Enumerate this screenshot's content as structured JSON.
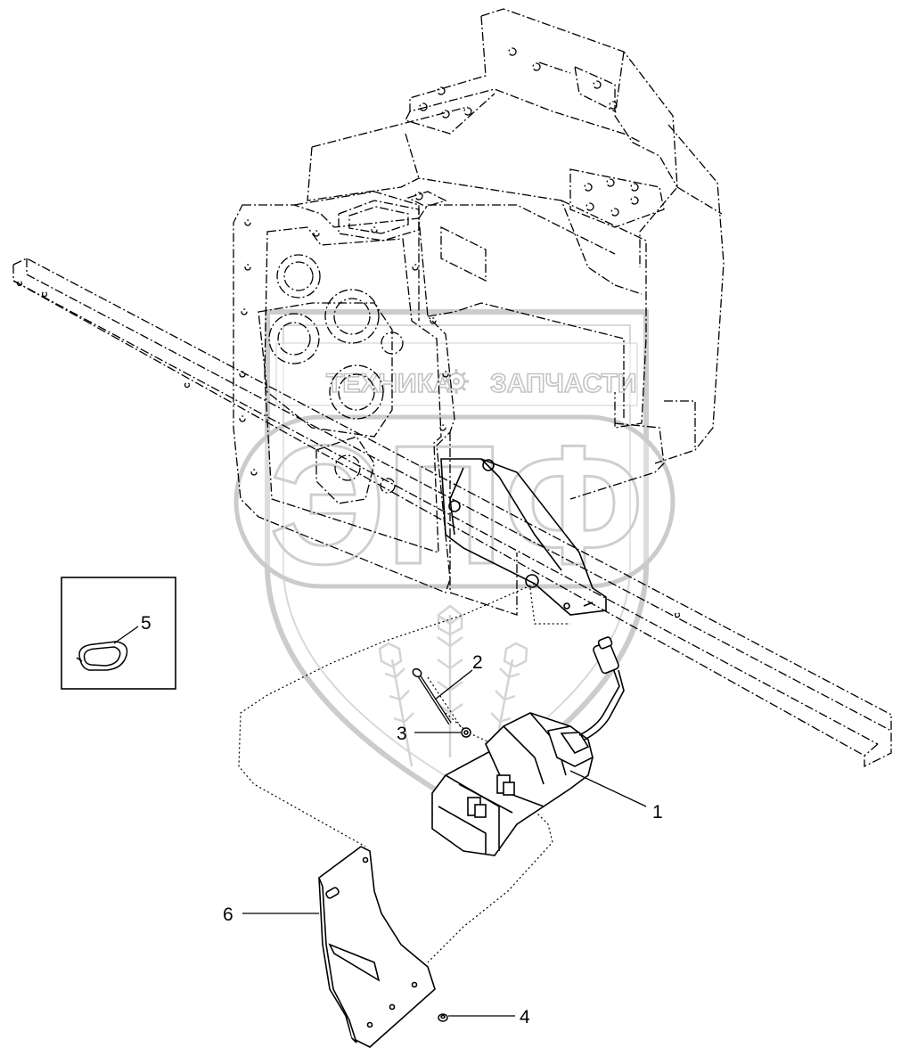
{
  "watermark": {
    "text_left": "ТЕХНИКА",
    "text_right": "ЗАПЧАСТИ",
    "logo_letters": "ЭПФ",
    "color": "#bdbdbd"
  },
  "callouts": [
    {
      "id": "1",
      "label": "1"
    },
    {
      "id": "2",
      "label": "2"
    },
    {
      "id": "3",
      "label": "3"
    },
    {
      "id": "4",
      "label": "4"
    },
    {
      "id": "5",
      "label": "5"
    },
    {
      "id": "6",
      "label": "6"
    }
  ],
  "colors": {
    "line": "#000000",
    "hidden_line": "#333333"
  }
}
